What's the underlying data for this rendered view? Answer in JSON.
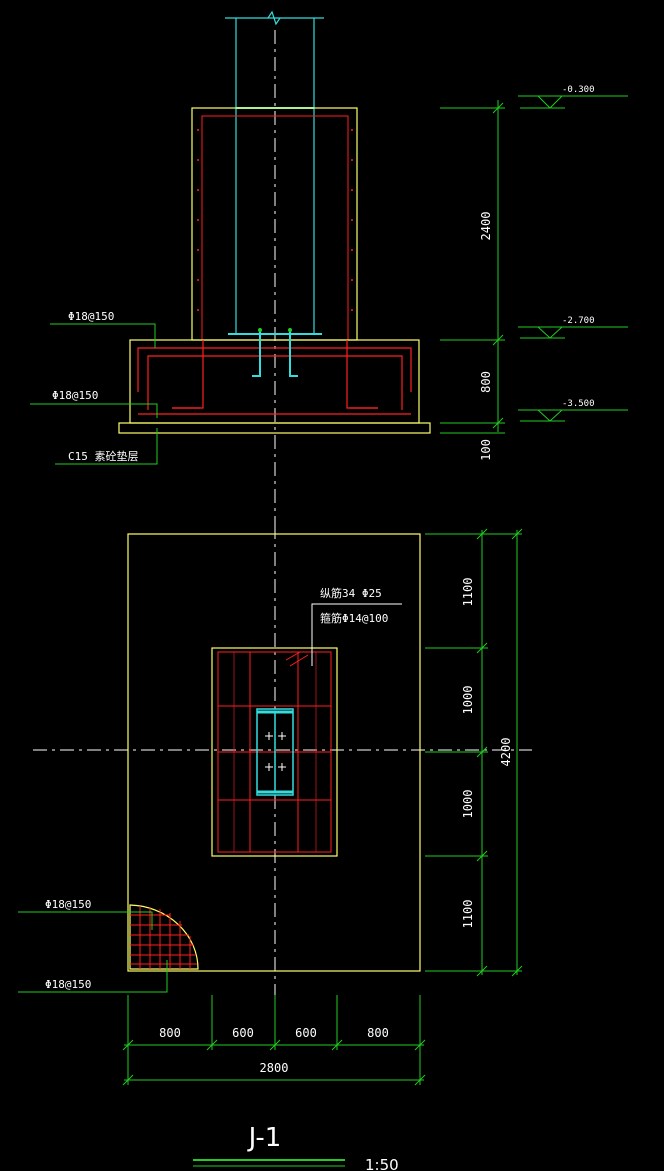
{
  "colors": {
    "background": "#000000",
    "outline": "#ffff66",
    "rebar": "#ff2020",
    "column": "#33dddd",
    "leader": "#22cc22",
    "text": "#ffffff",
    "hatch": "#ff2020"
  },
  "section": {
    "labels": {
      "rebar_top": "Φ18@150",
      "rebar_bottom": "Φ18@150",
      "cushion": "C15 素砼垫层"
    },
    "dimensions": [
      "2400",
      "800",
      "100"
    ],
    "elevations": [
      "-0.300",
      "-2.700",
      "-3.500"
    ]
  },
  "plan": {
    "column_labels": {
      "longitudinal": "纵筋34 Φ25",
      "stirrup": "箍筋Φ14@100"
    },
    "right_dimensions": [
      "1100",
      "1000",
      "1000",
      "1100"
    ],
    "total_height": "4200",
    "bottom_dimensions": [
      "800",
      "600",
      "600",
      "800"
    ],
    "total_width": "2800",
    "corner_labels": [
      "Φ18@150",
      "Φ18@150"
    ]
  },
  "title": {
    "name": "J-1",
    "scale": "1:50"
  }
}
